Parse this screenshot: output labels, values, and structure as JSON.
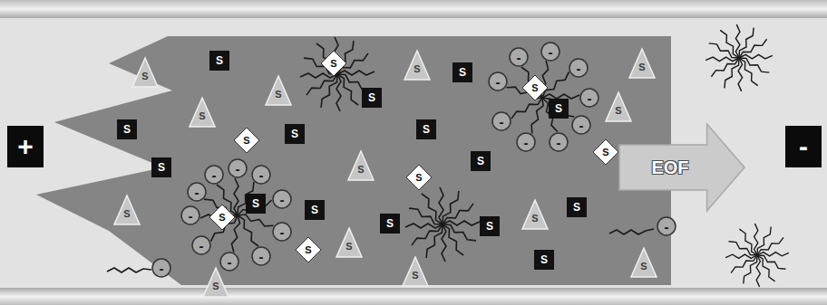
{
  "diagram": {
    "nodes": [
      {
        "text": [
          "+"
        ]
      },
      {
        "text": [
          "S"
        ]
      },
      {
        "text": [
          "S"
        ]
      },
      {
        "text": [
          "S"
        ]
      },
      {
        "text": [
          "S"
        ]
      },
      {
        "text": [
          "S"
        ]
      },
      {
        "text": [
          "S"
        ]
      },
      {
        "text": [
          "-"
        ]
      },
      {
        "text": [
          "-"
        ]
      },
      {
        "text": [
          "-"
        ]
      },
      {
        "text": [
          "-"
        ]
      },
      {
        "text": [
          "-"
        ]
      },
      {
        "text": [
          "-"
        ]
      },
      {
        "text": [
          "-"
        ]
      },
      {
        "text": [
          "-"
        ]
      },
      {
        "text": [
          "-"
        ]
      },
      {
        "text": [
          "-"
        ]
      },
      {
        "text": [
          "-"
        ]
      },
      {
        "text": [
          "S"
        ]
      },
      {
        "text": [
          "S"
        ]
      },
      {
        "text": [
          "S"
        ]
      },
      {
        "text": [
          "S"
        ]
      },
      {
        "text": [
          "S"
        ]
      },
      {
        "text": [
          "S"
        ]
      },
      {
        "text": [
          "S"
        ]
      },
      {
        "text": [
          "S"
        ]
      },
      {
        "text": [
          "S"
        ]
      },
      {
        "text": [
          "S"
        ]
      },
      {
        "text": [
          "S"
        ]
      },
      {
        "text": [
          "S"
        ]
      },
      {
        "text": [
          "S"
        ]
      },
      {
        "text": [
          "S"
        ]
      },
      {
        "text": [
          "S"
        ]
      },
      {
        "text": [
          "S"
        ]
      },
      {
        "text": [
          "S"
        ]
      },
      {
        "text": [
          "S"
        ]
      },
      {
        "text": [
          "S"
        ]
      },
      {
        "text": [
          "S"
        ]
      },
      {
        "text": [
          "-"
        ]
      },
      {
        "text": [
          "-"
        ]
      },
      {
        "text": [
          "-"
        ]
      },
      {
        "text": [
          "-"
        ]
      },
      {
        "text": [
          "-"
        ]
      },
      {
        "text": [
          "-"
        ]
      },
      {
        "text": [
          "-"
        ]
      },
      {
        "text": [
          "-"
        ]
      },
      {
        "text": [
          "-"
        ]
      },
      {
        "text": [
          "S"
        ]
      },
      {
        "text": [
          "S"
        ]
      },
      {
        "text": [
          "S"
        ]
      },
      {
        "text": [
          "S"
        ]
      },
      {
        "text": [
          "S"
        ]
      },
      {
        "text": [
          "S"
        ]
      },
      {
        "text": [
          "S"
        ]
      },
      {
        "text": [
          "S"
        ]
      },
      {
        "text": [
          "S"
        ]
      },
      {
        "text": [
          "-"
        ]
      },
      {
        "text": [
          "EOF"
        ]
      },
      {
        "text": [
          "-"
        ]
      }
    ]
  }
}
